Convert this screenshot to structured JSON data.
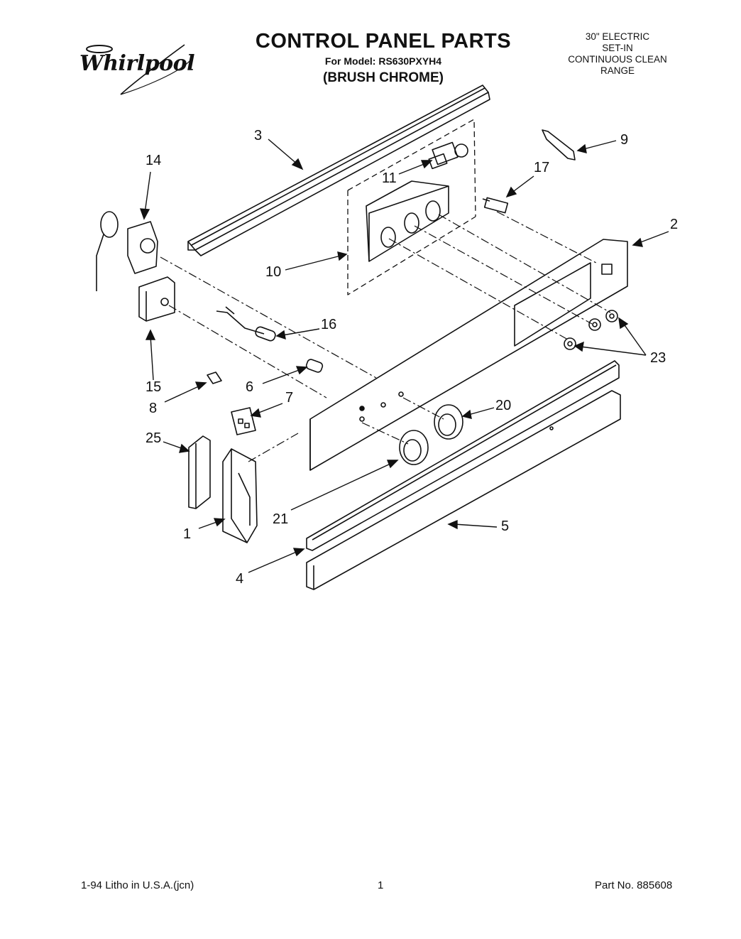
{
  "header": {
    "brand": "Whirlpool",
    "title": "CONTROL PANEL PARTS",
    "model_line": "For Model: RS630PXYH4",
    "finish": "(BRUSH CHROME)",
    "spec_lines": [
      "30\" ELECTRIC",
      "SET-IN",
      "CONTINUOUS CLEAN",
      "RANGE"
    ]
  },
  "callouts": [
    "3",
    "14",
    "11",
    "9",
    "17",
    "2",
    "10",
    "16",
    "23",
    "15",
    "6",
    "7",
    "20",
    "8",
    "25",
    "21",
    "1",
    "5",
    "4"
  ],
  "footer": {
    "left": "1-94 Litho in U.S.A.(jcn)",
    "center": "1",
    "right": "Part No. 885608"
  }
}
